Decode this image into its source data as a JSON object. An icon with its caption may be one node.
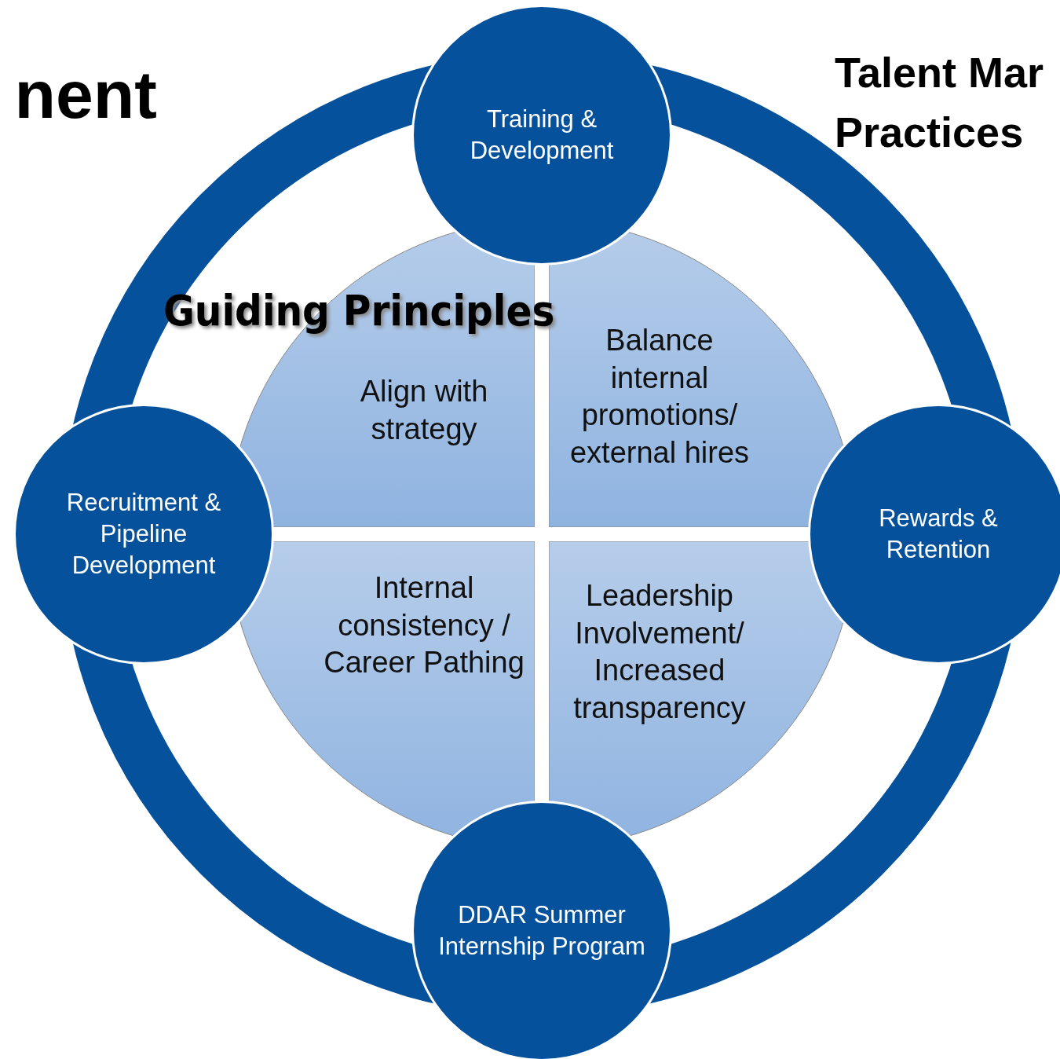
{
  "diagram": {
    "nodes": [
      {
        "text": [
          "Align with strategy"
        ]
      },
      {
        "text": [
          "Balance internal promotions/ external hires"
        ]
      },
      {
        "text": [
          "Internal consistency / Career Pathing"
        ]
      },
      {
        "text": [
          "Leadership Involvement/ Increased transparency"
        ]
      },
      {
        "text": [
          "Training & Development"
        ]
      },
      {
        "text": [
          "Recruitment & Pipeline Development"
        ]
      },
      {
        "text": [
          "Rewards & Retention"
        ]
      },
      {
        "text": [
          "DDAR Summer Internship Program"
        ]
      }
    ],
    "labels": [
      "nent",
      "Talent Mar Practices",
      "Guiding Principles"
    ]
  }
}
